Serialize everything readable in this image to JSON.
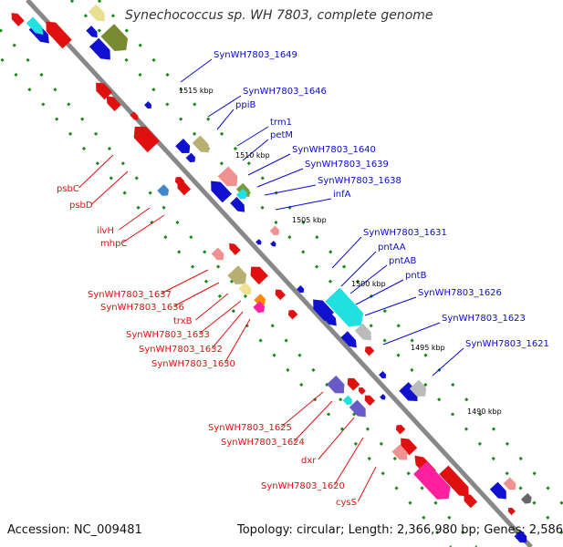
{
  "title": "Synechococcus sp. WH 7803, complete genome",
  "accession": "Accession: NC_009481",
  "topology": "Topology: circular; Length: 2,366,980 bp; Genes: 2,586",
  "colors": {
    "forward_label": "#0a0ad0",
    "reverse_label": "#e01010",
    "backbone": "#808080",
    "dots": "#1a8a1a"
  },
  "ticks": [
    "1515 kbp",
    "1510 kbp",
    "1505 kbp",
    "1500 kbp",
    "1495 kbp",
    "1490 kbp"
  ],
  "forward_labels": [
    "SynWH7803_1649",
    "SynWH7803_1646",
    "ppiB",
    "trm1",
    "petM",
    "SynWH7803_1640",
    "SynWH7803_1639",
    "SynWH7803_1638",
    "infA",
    "SynWH7803_1631",
    "pntAA",
    "pntAB",
    "pntB",
    "SynWH7803_1626",
    "SynWH7803_1623",
    "SynWH7803_1621"
  ],
  "reverse_labels": [
    "psbC",
    "psbD",
    "ilvH",
    "mhpC",
    "SynWH7803_1637",
    "SynWH7803_1636",
    "trxB",
    "SynWH7803_1633",
    "SynWH7803_1632",
    "SynWH7803_1630",
    "SynWH7803_1625",
    "SynWH7803_1624",
    "dxr",
    "SynWH7803_1620",
    "cysS"
  ]
}
